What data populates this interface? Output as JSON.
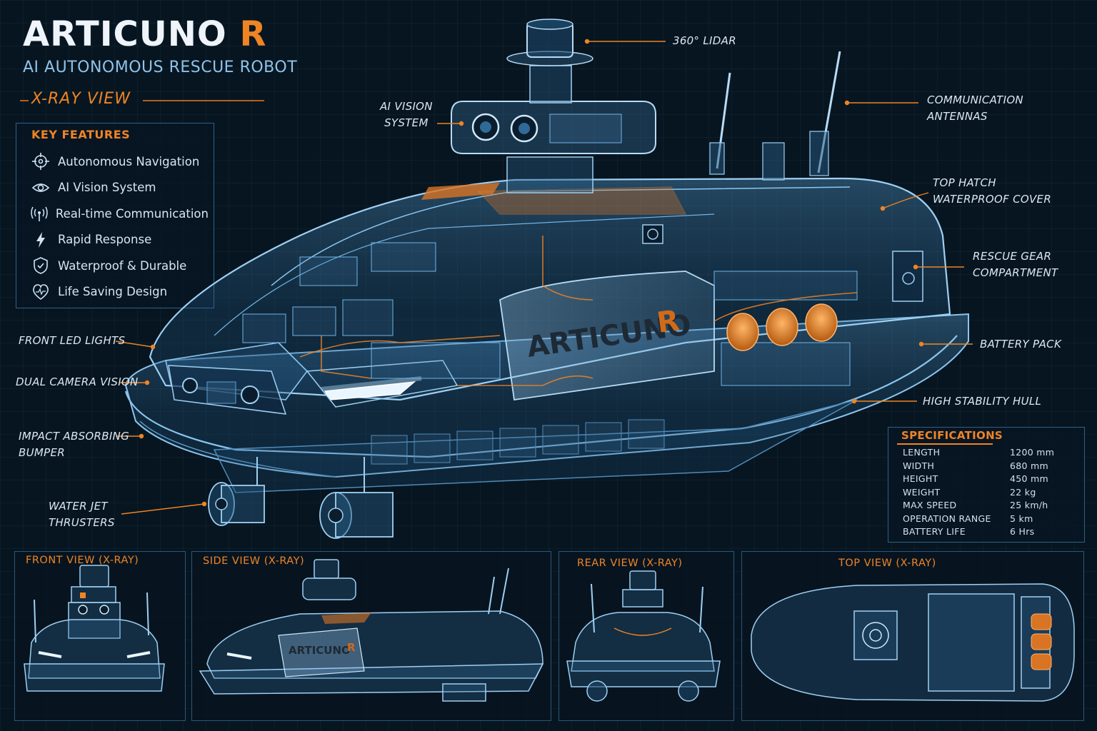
{
  "header": {
    "title_main": "ARTICUNO",
    "title_accent": "R",
    "subtitle": "AI AUTONOMOUS RESCUE ROBOT",
    "view_label": "X-RAY VIEW"
  },
  "key_features": {
    "title": "KEY FEATURES",
    "items": [
      {
        "label": "Autonomous Navigation",
        "icon": "crosshair-icon"
      },
      {
        "label": "AI Vision System",
        "icon": "eye-icon"
      },
      {
        "label": "Real-time Communication",
        "icon": "signal-icon"
      },
      {
        "label": "Rapid Response",
        "icon": "lightning-icon"
      },
      {
        "label": "Waterproof & Durable",
        "icon": "shield-icon"
      },
      {
        "label": "Life Saving Design",
        "icon": "heart-pulse-icon"
      }
    ]
  },
  "callouts": {
    "lidar": [
      "360° LIDAR"
    ],
    "vision": [
      "AI VISION",
      "SYSTEM"
    ],
    "antennas": [
      "COMMUNICATION",
      "ANTENNAS"
    ],
    "hatch": [
      "TOP HATCH",
      "WATERPROOF COVER"
    ],
    "rescue_gear": [
      "RESCUE GEAR",
      "COMPARTMENT"
    ],
    "battery": [
      "BATTERY PACK"
    ],
    "hull": [
      "HIGH STABILITY HULL"
    ],
    "led": [
      "FRONT LED LIGHTS"
    ],
    "dual_camera": [
      "DUAL CAMERA VISION"
    ],
    "bumper": [
      "IMPACT ABSORBING",
      "BUMPER"
    ],
    "thrusters": [
      "WATER JET",
      "THRUSTERS"
    ]
  },
  "robot_label": {
    "main": "ARTICUNO",
    "accent": "R"
  },
  "specifications": {
    "title": "SPECIFICATIONS",
    "rows": [
      {
        "key": "LENGTH",
        "value": "1200 mm"
      },
      {
        "key": "WIDTH",
        "value": "680 mm"
      },
      {
        "key": "HEIGHT",
        "value": "450 mm"
      },
      {
        "key": "WEIGHT",
        "value": "22 kg"
      },
      {
        "key": "MAX SPEED",
        "value": "25 km/h"
      },
      {
        "key": "OPERATION RANGE",
        "value": "5 km"
      },
      {
        "key": "BATTERY LIFE",
        "value": "6 Hrs"
      }
    ]
  },
  "views": {
    "front": "FRONT VIEW (X-RAY)",
    "side": "SIDE VIEW (X-RAY)",
    "rear": "REAR VIEW (X-RAY)",
    "top": "TOP VIEW (X-RAY)"
  },
  "colors": {
    "accent": "#ef8424",
    "xray_blue": "#6fb4e6",
    "background": "#07121d"
  }
}
